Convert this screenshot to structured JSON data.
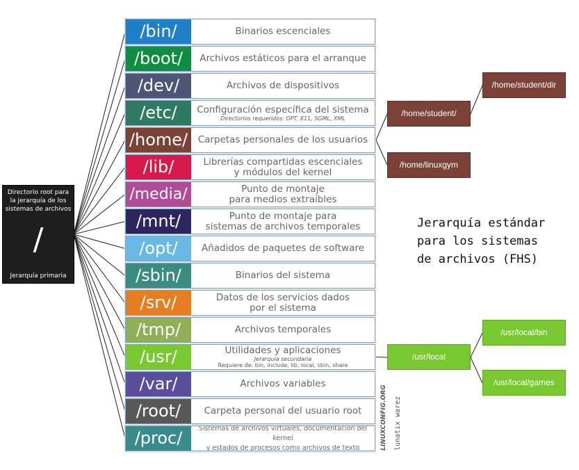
{
  "root": {
    "description": "Directorio root para la jerarquía de los sistemas de archivos",
    "symbol": "/",
    "caption": "Jerarquía primaria"
  },
  "directories": [
    {
      "id": "bin",
      "name": "/bin/",
      "color": "#1f80c8",
      "desc": "Binarios escenciales"
    },
    {
      "id": "boot",
      "name": "/boot/",
      "color": "#0f8d42",
      "desc": "Archivos estáticos para el arranque"
    },
    {
      "id": "dev",
      "name": "/dev/",
      "color": "#4e5677",
      "desc": "Archivos de dispositivos"
    },
    {
      "id": "etc",
      "name": "/etc/",
      "color": "#2e7a62",
      "desc": "Configuración específica del sistema",
      "sub": "Directorios requeridos: OPT, X11, SGML, XML"
    },
    {
      "id": "home",
      "name": "/home/",
      "color": "#7b4338",
      "desc": "Carpetas personales de los usuarios"
    },
    {
      "id": "lib",
      "name": "/lib/",
      "color": "#d7194b",
      "desc": "Librerías compartidas escenciales",
      "desc2": "y módulos del kernel"
    },
    {
      "id": "media",
      "name": "/media/",
      "color": "#b04c97",
      "desc": "Punto de montaje",
      "desc2": "para medios extraíbles"
    },
    {
      "id": "mnt",
      "name": "/mnt/",
      "color": "#2e2661",
      "desc": "Punto de montaje para",
      "desc2": "sistemas de archivos temporales"
    },
    {
      "id": "opt",
      "name": "/opt/",
      "color": "#6ab8e6",
      "desc": "Añadidos de paquetes de software"
    },
    {
      "id": "sbin",
      "name": "/sbin/",
      "color": "#3a8c80",
      "desc": "Binarios del sistema"
    },
    {
      "id": "srv",
      "name": "/srv/",
      "color": "#e57d21",
      "desc": "Datos de los servicios dados",
      "desc2": "por el sistema"
    },
    {
      "id": "tmp",
      "name": "/tmp/",
      "color": "#8fae55",
      "desc": "Archivos temporales"
    },
    {
      "id": "usr",
      "name": "/usr/",
      "color": "#79c832",
      "desc": "Utilidades y aplicaciones",
      "sub": "Jerarquía secundaria",
      "sub2": "Requiere de: bin, include, lib, local, sbin, share"
    },
    {
      "id": "var",
      "name": "/var/",
      "color": "#5b4e9a",
      "desc": "Archivos variables"
    },
    {
      "id": "root",
      "name": "/root/",
      "color": "#585858",
      "desc": "Carpeta personal del usuario root"
    },
    {
      "id": "proc",
      "name": "/proc/",
      "color": "#3a8c8c",
      "desc": "Sistemas de archivos virtuales, documentación del kernel",
      "desc2": "y estados de procesos como archivos de texto"
    }
  ],
  "home_tree": {
    "student": "/home/student/",
    "student_dir": "/home/student/dir",
    "linuxgym": "/home/linuxgym"
  },
  "usr_tree": {
    "local": "/usr/local",
    "local_bin": "/usr/local/bin",
    "local_games": "/usr/local/games"
  },
  "title_lines": [
    "Jerarquía estándar",
    "para los sistemas",
    "de archivos (FHS)"
  ],
  "credits": {
    "site": "LINUXCONFIG.ORG",
    "author": "lunatix warez"
  },
  "colors": {
    "home_branch": "#7b4338",
    "usr_branch": "#79c832"
  }
}
